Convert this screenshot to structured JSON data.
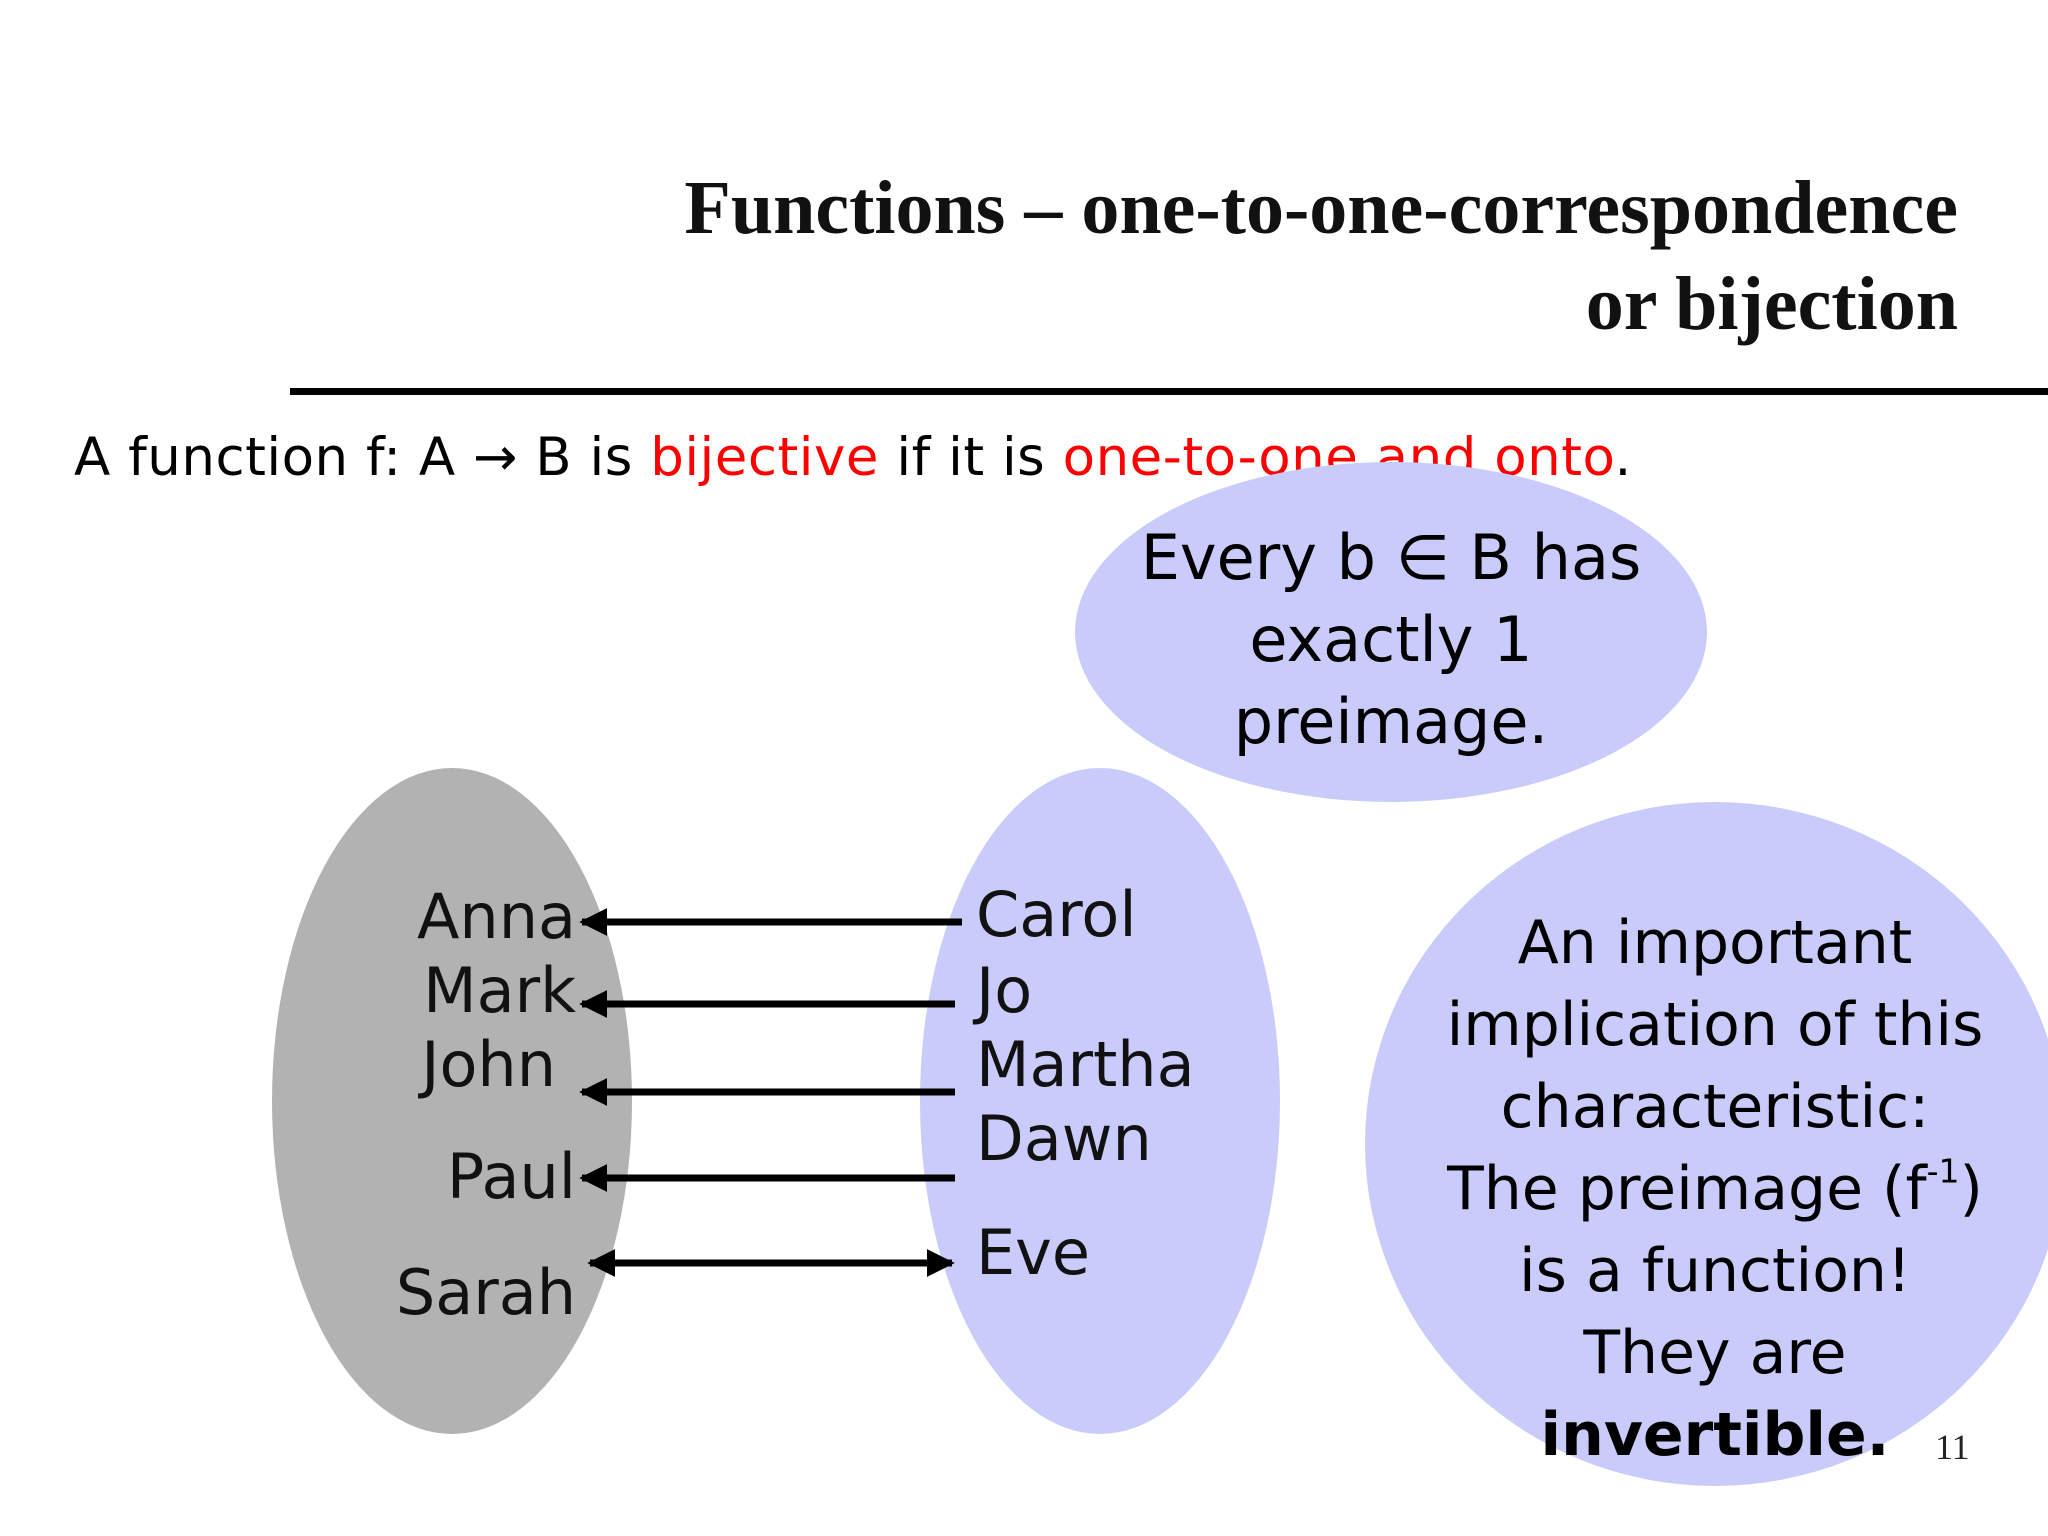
{
  "title": {
    "line1": "Functions – one-to-one-correspondence",
    "line2": "or bijection"
  },
  "definition": {
    "part1": "A function f: A → B is ",
    "term": "bijective",
    "part2": " if it is ",
    "condition": "one-to-one and onto",
    "end": "."
  },
  "bubble_preimage": {
    "line1": "Every b ∈ B has",
    "line2": "exactly 1",
    "line3": "preimage."
  },
  "bubble_implication": {
    "line1": "An important",
    "line2": "implication of this",
    "line3": "characteristic:",
    "line4_pre": "The preimage (f",
    "line4_sup": "-1",
    "line4_post": ")",
    "line5": "is a function!",
    "line6": "They are",
    "line7": "invertible."
  },
  "set_a": [
    "Anna",
    "Mark",
    "John",
    "Paul",
    "Sarah"
  ],
  "set_b": [
    "Carol",
    "Jo",
    "Martha",
    "Dawn",
    "Eve"
  ],
  "page_number": "11",
  "colors": {
    "set_a": "#b2b2b2",
    "set_b": "#c9ccfb",
    "emphasis": "#ff0000"
  }
}
